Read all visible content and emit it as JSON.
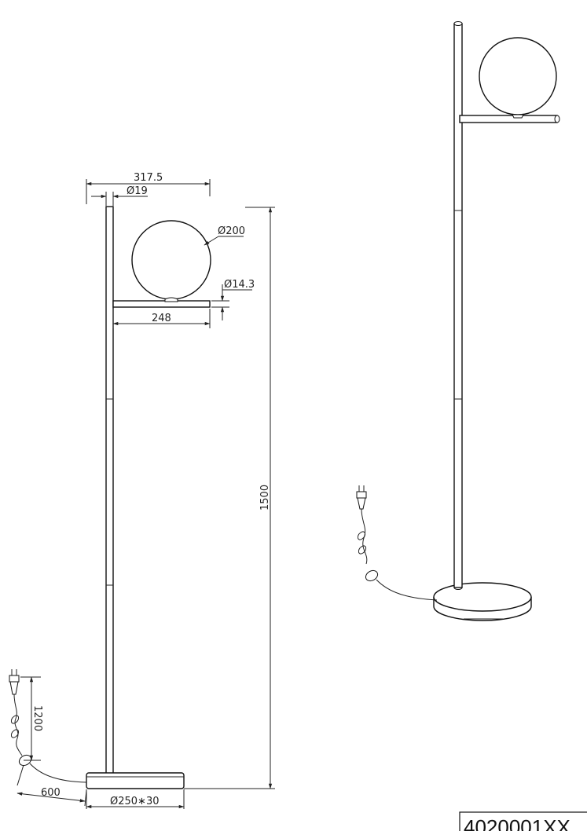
{
  "dimensions": {
    "total_width": "317.5",
    "pole_diameter": "Ø19",
    "globe_diameter": "Ø200",
    "arm_diameter": "Ø14.3",
    "arm_length": "248",
    "height": "1500",
    "cable_height": "1200",
    "cable_length": "600",
    "base": "Ø250∗30"
  },
  "product_code": "4020001XX"
}
